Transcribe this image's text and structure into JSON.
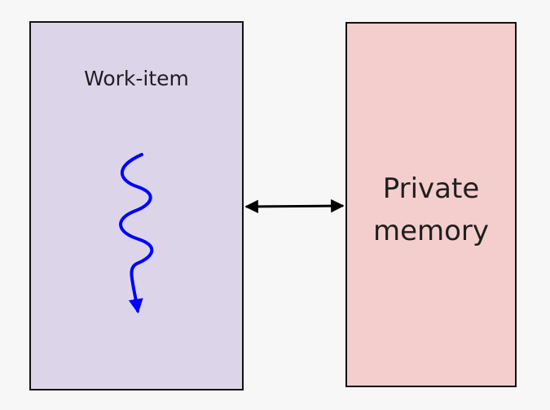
{
  "work_item": {
    "label": "Work-item",
    "fill_color": "#dcd5ea"
  },
  "private_memory": {
    "label_line1": "Private",
    "label_line2": "memory",
    "fill_color": "#f4cdcd"
  },
  "connector": {
    "kind": "bidirectional-arrow",
    "color": "#000000"
  },
  "thread": {
    "kind": "wavy-arrow",
    "color": "#0000ff"
  }
}
